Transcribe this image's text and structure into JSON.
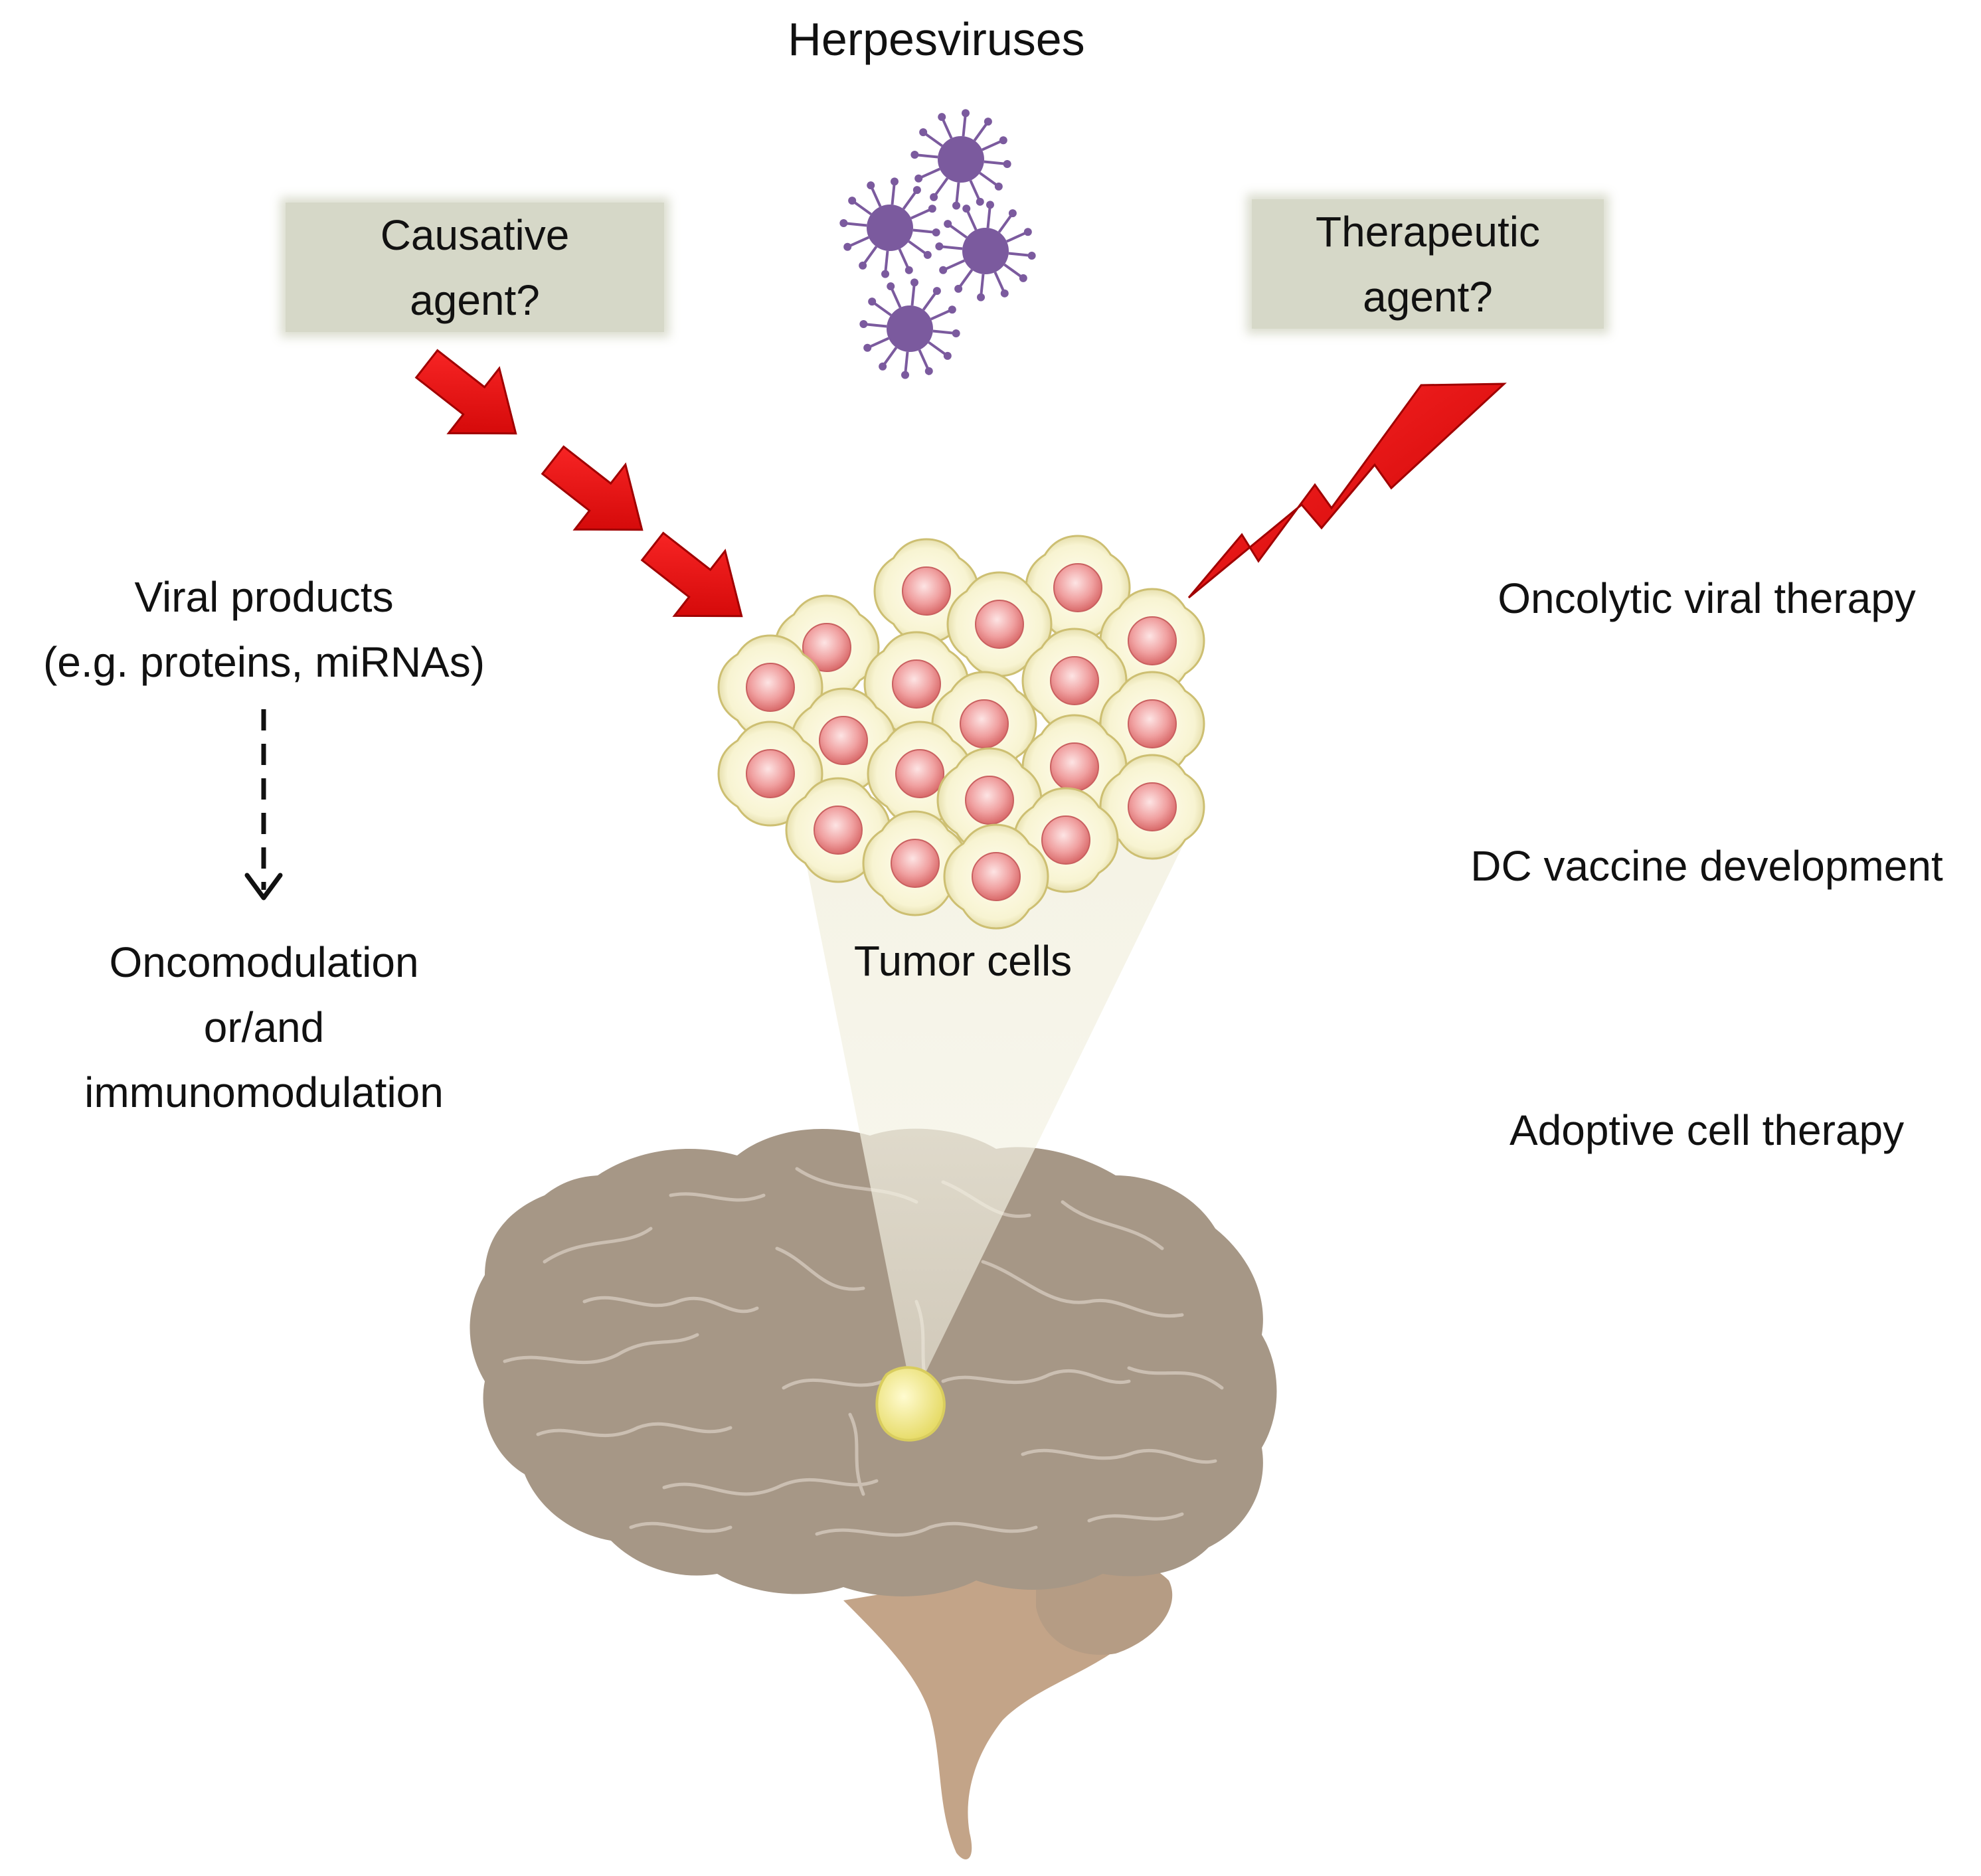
{
  "title": "Herpesviruses",
  "causative_box": {
    "text": "Causative\nagent?"
  },
  "therapeutic_box": {
    "text": "Therapeutic\nagent?"
  },
  "left_column": {
    "viral_products": "Viral products",
    "viral_products_detail": "(e.g. proteins, miRNAs)",
    "outcome_line1": "Oncomodulation",
    "outcome_line2": "or/and",
    "outcome_line3": "immunomodulation"
  },
  "tumor_label": "Tumor cells",
  "therapies": [
    "Oncolytic viral therapy",
    "DC vaccine development",
    "Adoptive cell therapy"
  ],
  "colors": {
    "virus": "#7b5a9e",
    "arrow_red": "#e00000",
    "box_fill": "#d6d8c8",
    "brain": "#a69786",
    "brainstem": "#c4a68a",
    "tumor_yellow": "#eee68a",
    "cell_body": "#f7f3cf",
    "nucleus": "#e88a8a"
  }
}
